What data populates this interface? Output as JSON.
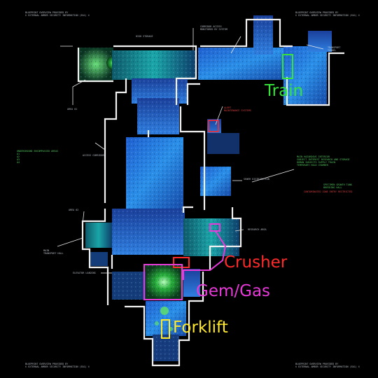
{
  "header": {
    "top_left": "BLUEPRINT OVERVIEW PROVIDED BY\n© EXTERNAL AMBER SECURITY INFORMATION (EA1) ©",
    "top_right": "BLUEPRINT OVERVIEW PROVIDED BY\n© EXTERNAL AMBER SECURITY INFORMATION (EA1) ©",
    "bottom_left": "BLUEPRINT OVERVIEW PROVIDED BY\n© EXTERNAL AMBER SECURITY INFORMATION (EA1) ©",
    "bottom_right": "BLUEPRINT OVERVIEW PROVIDED BY\n© EXTERNAL AMBER SECURITY INFORMATION (EA1) ©"
  },
  "map_labels": {
    "area_a": "AREA 01",
    "area_b": "AREA 02",
    "storage": "HIGH STORAGE",
    "corridor": "CORRIDOR ACCESS\nMONITORED BY SYSTEM",
    "transport": "TRANSPORT\nTUNNEL",
    "alert": "ALERT\nMAINTENANCE SYSTEMS",
    "sewer": "SEWER DISTRIBUTION",
    "access": "ACCESS CORRIDOR",
    "research": "RESEARCH AREA",
    "main_hall": "MAIN\nTRANSPORT HALL",
    "elevator": "ELEVATOR LOADING",
    "green_notes": "UNDERGROUND ENCOMPASSED AREAS\nA1\nA2\nA3\nA4",
    "right_green": "MAIN HAZARDOUS INTERIOR\nSUBJECT INTEREST RESEARCH AND STORAGE\nHUMAN SUBJECTS SUPPLY TRAIN\nTEMPORARY HOLD CHAMBER",
    "right_green2": "SPECIMEN GROWTH TANK\nBREEDING HALL",
    "right_red": "CONTAMINATED ZONE ENTRY RESTRICTED"
  },
  "callouts": {
    "train": "Train",
    "crusher": "Crusher",
    "gemgas": "Gem/Gas",
    "forklift": "Forklift"
  },
  "colors": {
    "train": "#37e33a",
    "crusher": "#ff2a2a",
    "gemgas": "#e73ad9",
    "forklift": "#ffe92a"
  }
}
